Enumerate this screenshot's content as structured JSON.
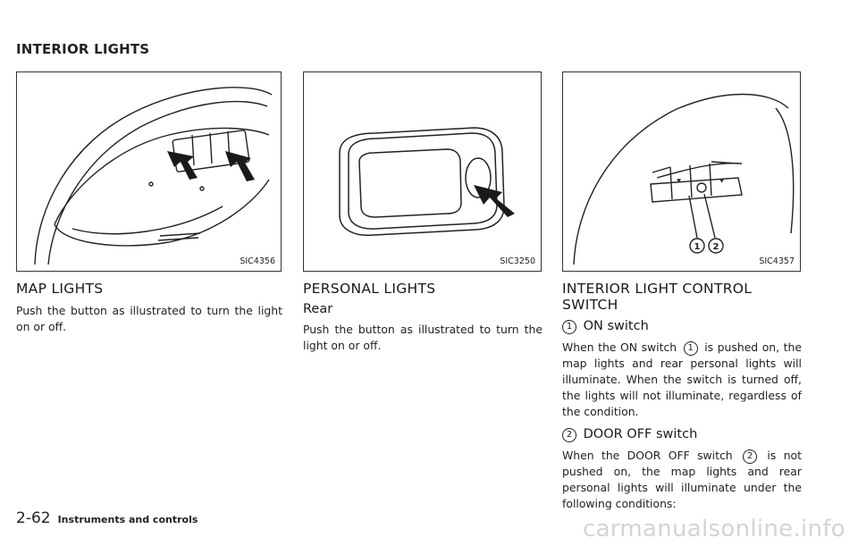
{
  "header": {
    "title": "INTERIOR LIGHTS"
  },
  "figures": [
    {
      "code": "SIC4356"
    },
    {
      "code": "SIC3250"
    },
    {
      "code": "SIC4357"
    }
  ],
  "col1": {
    "heading": "MAP LIGHTS",
    "text": "Push the button as illustrated to turn the light on or off."
  },
  "col2": {
    "heading": "PERSONAL LIGHTS",
    "subheading": "Rear",
    "text": "Push the button as illustrated to turn the light on or off."
  },
  "col3": {
    "heading": "INTERIOR LIGHT CONTROL SWITCH",
    "sub1": {
      "marker": "1",
      "label": "ON switch"
    },
    "sub1_text_a": "When the ON switch",
    "sub1_text_b": "is pushed on, the map lights and rear personal lights will illuminate. When the switch is turned off, the lights will not illuminate, regardless of the condition.",
    "sub2": {
      "marker": "2",
      "label": "DOOR OFF switch"
    },
    "sub2_text_a": "When the DOOR OFF switch",
    "sub2_text_b": "is not pushed on, the map lights and rear personal lights will illuminate under the following conditions:"
  },
  "footer": {
    "page": "2-62",
    "title": "Instruments and controls"
  },
  "watermark": "carmanualsonline.info"
}
